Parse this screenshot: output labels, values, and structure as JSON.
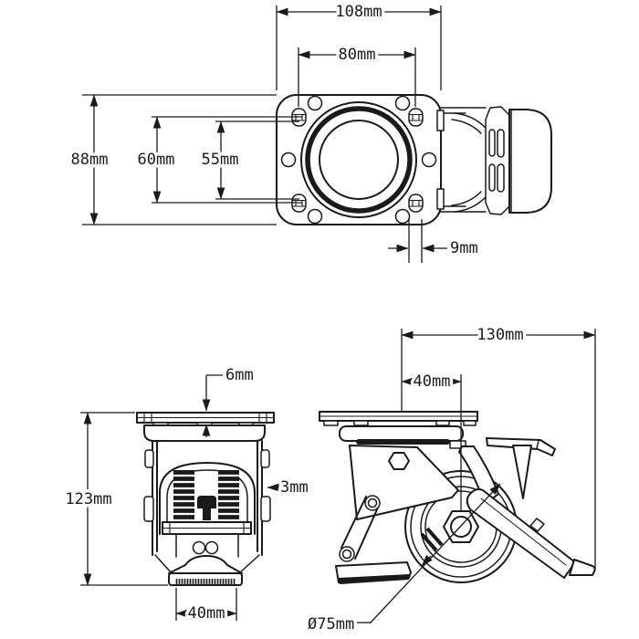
{
  "dimensions": {
    "top_view": {
      "overall_width": "108mm",
      "bolt_spacing_width": "80mm",
      "overall_depth": "88mm",
      "bolt_spacing_depth": "60mm",
      "inner_spacing_depth": "55mm",
      "slot_width": "9mm"
    },
    "front_view": {
      "plate_thickness": "6mm",
      "overall_height": "123mm",
      "bracket_thickness": "3mm",
      "wheel_tread_width": "40mm"
    },
    "side_view": {
      "overall_length": "130mm",
      "wheel_offset": "40mm",
      "wheel_diameter": "Ø75mm"
    }
  },
  "colors": {
    "line": "#1a1a1a",
    "background": "#ffffff"
  }
}
